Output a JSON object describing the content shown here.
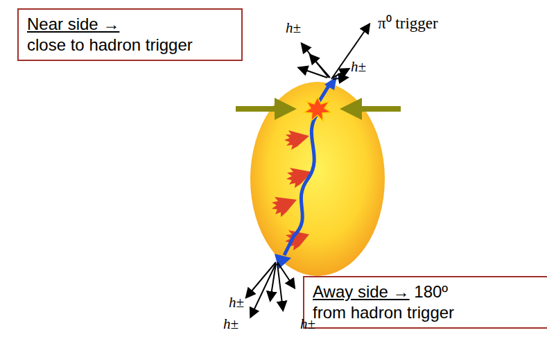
{
  "diagram": {
    "nodes": [
      {
        "text": [
          "Near side →",
          "close to hadron trigger"
        ]
      },
      {
        "text": [
          "Away side →",
          "180º from hadron trigger"
        ]
      }
    ],
    "labels": [
      "π⁰ trigger",
      "h±",
      "h±",
      "h±",
      "h±",
      "h±"
    ]
  }
}
